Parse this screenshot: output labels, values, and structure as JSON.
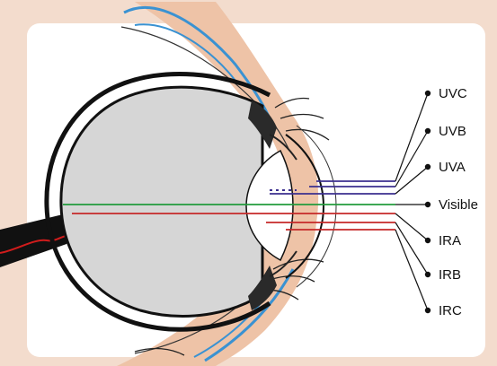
{
  "colors": {
    "background_outer": "#f3dccd",
    "background_inner": "#ffffff",
    "skin": "#eec3a7",
    "lid_blue": "#3a92d2",
    "eye_fill": "#d6d6d6",
    "eye_outline": "#111111",
    "uv_line": "#3b2f8f",
    "visible_line": "#229b3c",
    "ir_line": "#c62828",
    "optic_nerve": "#111111",
    "nerve_vessel": "#d11c1c"
  },
  "labels": [
    {
      "key": "uvc",
      "text": "UVC"
    },
    {
      "key": "uvb",
      "text": "UVB"
    },
    {
      "key": "uva",
      "text": "UVA"
    },
    {
      "key": "visible",
      "text": "Visible"
    },
    {
      "key": "ira",
      "text": "IRA"
    },
    {
      "key": "irb",
      "text": "IRB"
    },
    {
      "key": "irc",
      "text": "IRC"
    }
  ]
}
